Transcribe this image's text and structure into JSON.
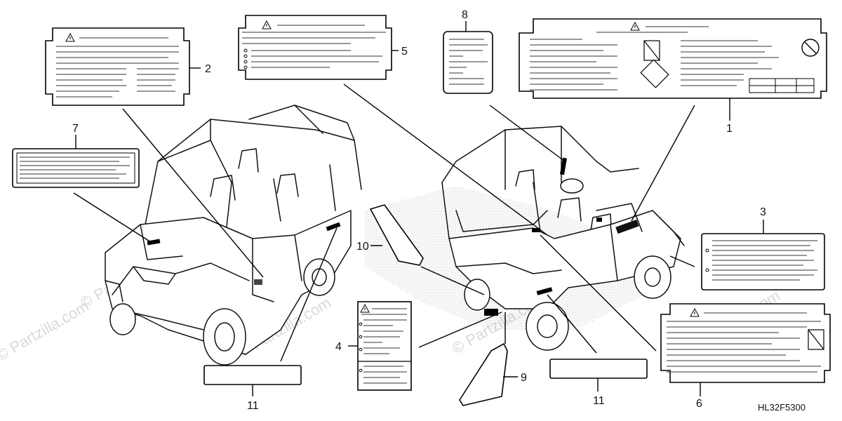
{
  "diagram_code": "HL32F5300",
  "watermark": "© Partzilla.com",
  "callouts": {
    "c1": "1",
    "c2": "2",
    "c3": "3",
    "c4": "4",
    "c5": "5",
    "c6": "6",
    "c7": "7",
    "c8": "8",
    "c9": "9",
    "c10": "10",
    "c11a": "11",
    "c11b": "11"
  },
  "colors": {
    "ink": "#000000",
    "watermark": "#d9d9d9",
    "paper": "#ffffff"
  }
}
